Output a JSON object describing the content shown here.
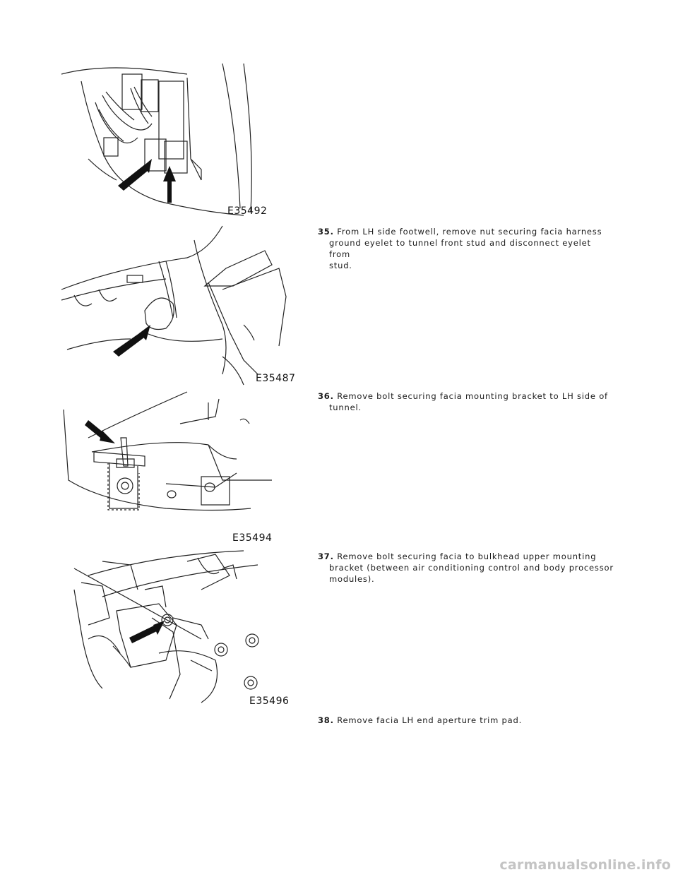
{
  "figures": [
    {
      "code": "E35492"
    },
    {
      "code": "E35487"
    },
    {
      "code": "E35494"
    },
    {
      "code": "E35496"
    }
  ],
  "steps": [
    {
      "number": "35.",
      "lines": [
        "From LH side footwell, remove nut securing facia harness",
        "ground eyelet to tunnel front stud and disconnect eyelet from",
        "stud."
      ]
    },
    {
      "number": "36.",
      "lines": [
        "Remove bolt securing facia mounting bracket to LH side of",
        "tunnel."
      ]
    },
    {
      "number": "37.",
      "lines": [
        "Remove bolt securing facia to bulkhead upper mounting",
        "bracket (between air conditioning control and body processor",
        "modules)."
      ]
    },
    {
      "number": "38.",
      "lines": [
        "Remove facia LH end aperture trim pad."
      ]
    }
  ],
  "watermark": "carmanualsonline.info"
}
